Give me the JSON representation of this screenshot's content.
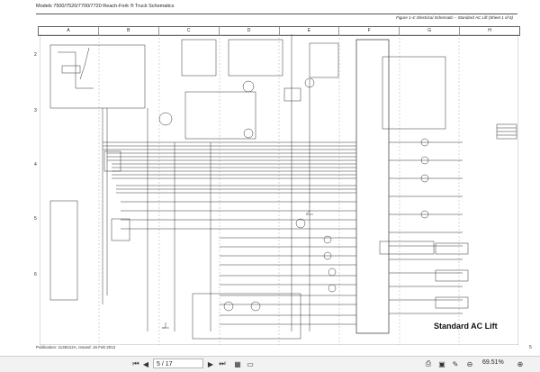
{
  "document": {
    "header_title": "Models 7500/7520/7700/7720 Reach-Fork ® Truck Schematics",
    "figure_caption": "Figure 1-4: Electrical Schematic – Standard AC Lift (Sheet 1 of 6)",
    "column_labels": [
      "A",
      "B",
      "C",
      "D",
      "E",
      "F",
      "G",
      "H"
    ],
    "row_labels": [
      "2",
      "3",
      "4",
      "5",
      "6"
    ],
    "big_label": "Standard AC Lift",
    "footer_left": "Publication: 1138412A, Issued: 15 Feb 2012",
    "page_number": "5"
  },
  "viewer": {
    "page_indicator": "5 / 17",
    "zoom_level": "69.51%",
    "icons": [
      "first-page-icon",
      "prev-page-icon",
      "next-page-icon",
      "last-page-icon",
      "thumbnails-icon",
      "page-layout-icon",
      "print-icon",
      "save-icon",
      "annotate-icon",
      "zoom-out-icon",
      "zoom-in-icon"
    ]
  }
}
